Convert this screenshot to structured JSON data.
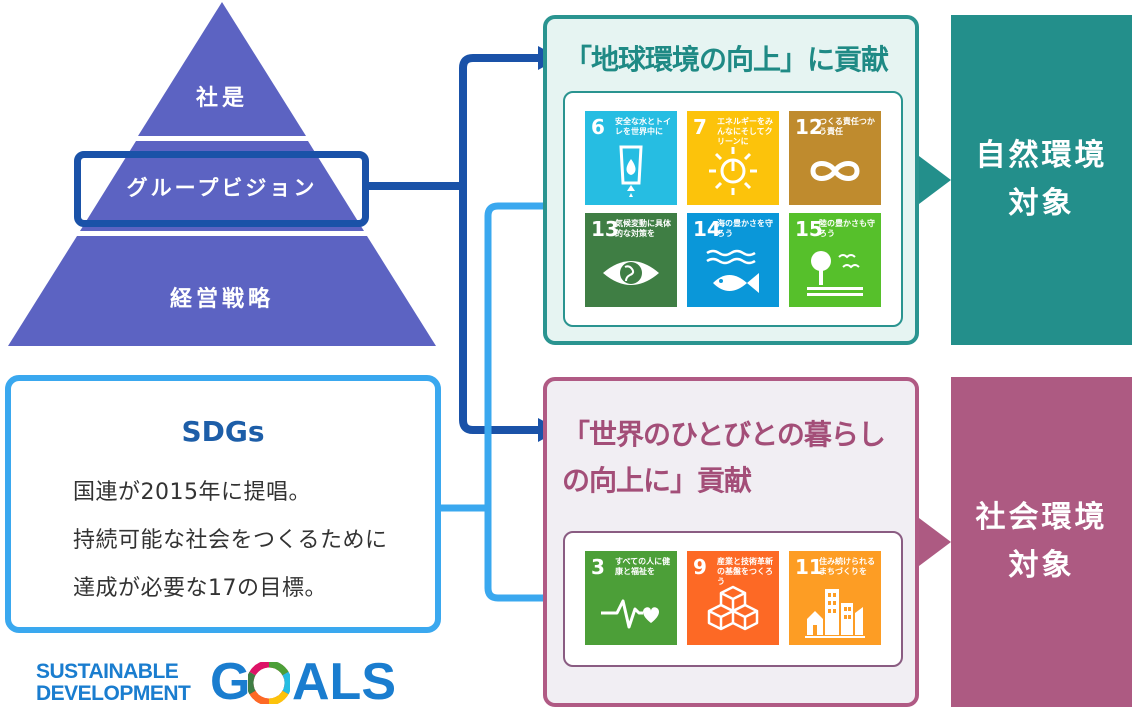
{
  "pyramid": {
    "top_label": "社是",
    "middle_label": "グループビジョン",
    "bottom_label": "経営戦略",
    "color": "#5c63c2"
  },
  "sdgs_box": {
    "title": "SDGs",
    "lines": [
      "国連が2015年に提唱。",
      "持続可能な社会をつくるために",
      "達成が必要な17の目標。"
    ],
    "border_color": "#3aa8ef"
  },
  "logo": {
    "line1": "SUSTAINABLE",
    "line2": "DEVELOPMENT",
    "goals_g": "G",
    "goals_rest": "ALS"
  },
  "environment_panel": {
    "title": "「地球環境の向上」に貢献",
    "tiles": [
      {
        "number": "6",
        "caption": "安全な水とトイレを世界中に",
        "color": "#26bde2",
        "icon": "water-drop-icon"
      },
      {
        "number": "7",
        "caption": "エネルギーをみんなにそしてクリーンに",
        "color": "#fcc30b",
        "icon": "sun-power-icon"
      },
      {
        "number": "12",
        "caption": "つくる責任つかう責任",
        "color": "#bf8b2e",
        "icon": "infinity-icon"
      },
      {
        "number": "13",
        "caption": "気候変動に具体的な対策を",
        "color": "#3f7e44",
        "icon": "eye-globe-icon"
      },
      {
        "number": "14",
        "caption": "海の豊かさを守ろう",
        "color": "#0a97d9",
        "icon": "fish-waves-icon"
      },
      {
        "number": "15",
        "caption": "陸の豊かさも守ろう",
        "color": "#56c02b",
        "icon": "tree-birds-icon"
      }
    ],
    "color": "#2a9490"
  },
  "society_panel": {
    "title": "「世界のひとびとの暮らしの向上に」貢献",
    "tiles": [
      {
        "number": "3",
        "caption": "すべての人に健康と福祉を",
        "color": "#4c9f38",
        "icon": "heartbeat-icon"
      },
      {
        "number": "9",
        "caption": "産業と技術革新の基盤をつくろう",
        "color": "#fd6925",
        "icon": "cubes-icon"
      },
      {
        "number": "11",
        "caption": "住み続けられるまちづくりを",
        "color": "#fd9d24",
        "icon": "city-icon"
      }
    ],
    "color": "#b05a84"
  },
  "targets": {
    "environment": {
      "line1": "自然環境",
      "line2": "対象",
      "color": "#238f8b"
    },
    "society": {
      "line1": "社会環境",
      "line2": "対象",
      "color": "#ad5a82"
    }
  },
  "connectors": {
    "dark_arrow_color": "#1a52a8",
    "light_arrow_color": "#3aa8ef"
  }
}
